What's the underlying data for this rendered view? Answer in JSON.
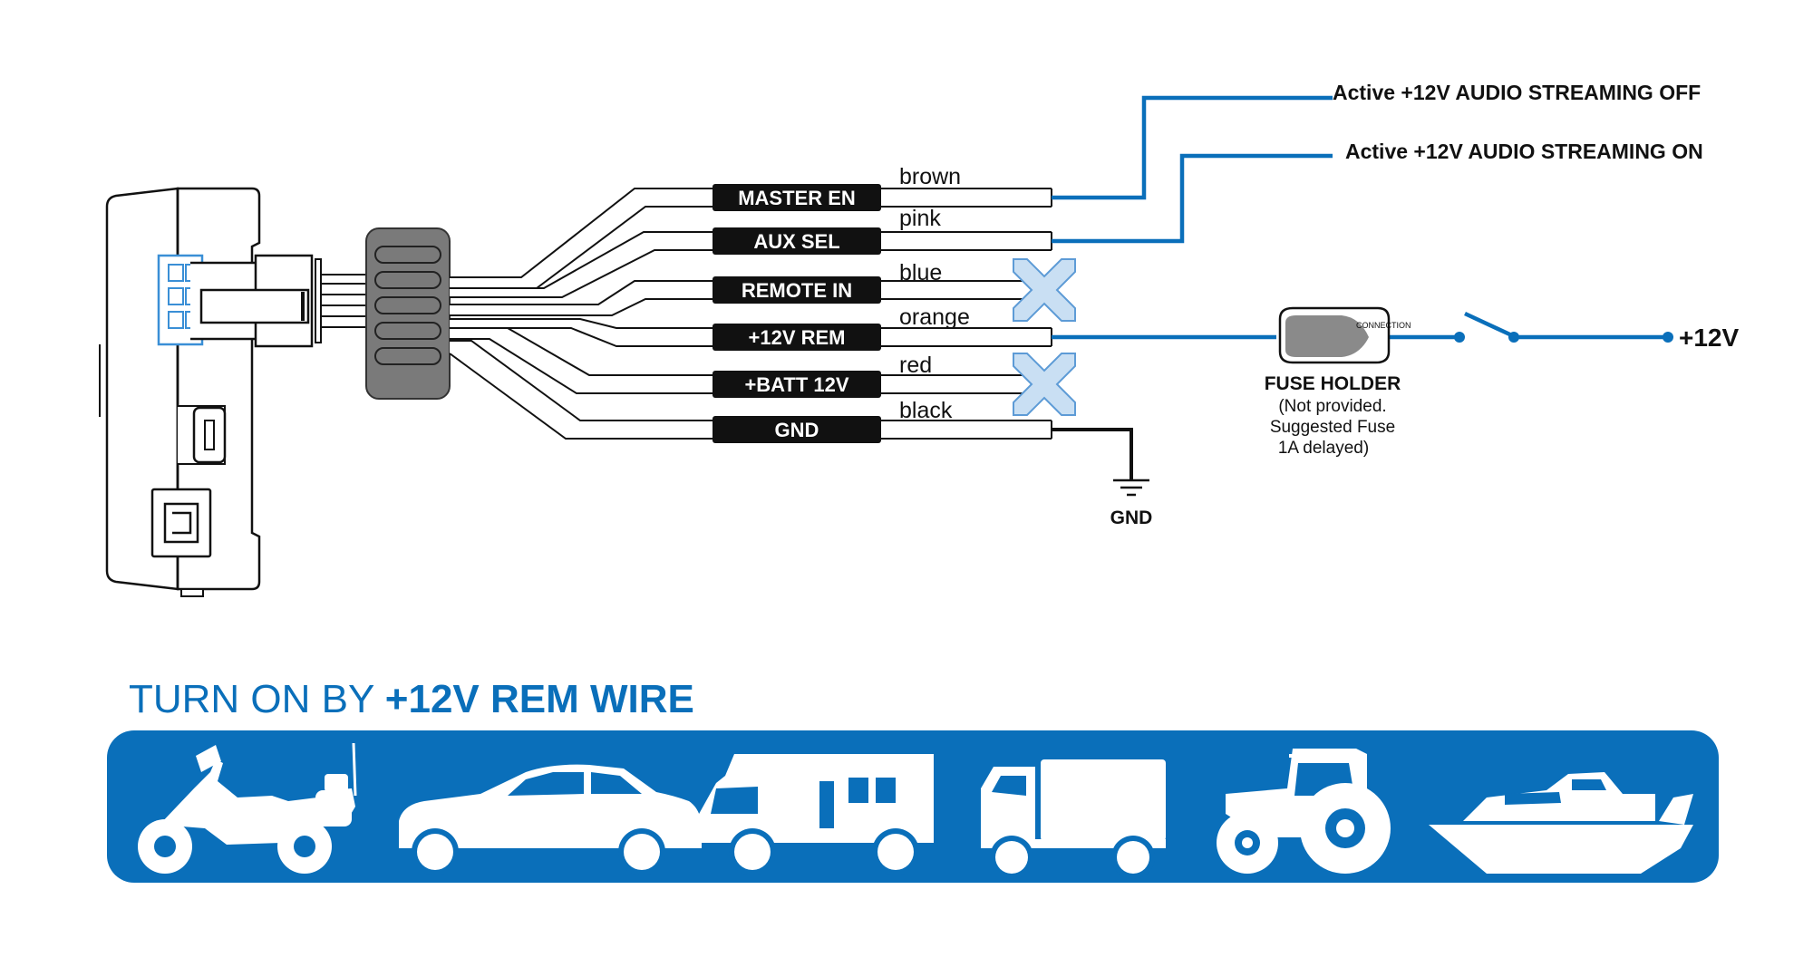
{
  "wires": [
    {
      "label": "MASTER EN",
      "color_name": "brown"
    },
    {
      "label": "AUX SEL",
      "color_name": "pink"
    },
    {
      "label": "REMOTE IN",
      "color_name": "blue"
    },
    {
      "label": "+12V REM",
      "color_name": "orange"
    },
    {
      "label": "+BATT 12V",
      "color_name": "red"
    },
    {
      "label": "GND",
      "color_name": "black"
    }
  ],
  "outputs": {
    "streaming_off": "Active +12V AUDIO STREAMING OFF",
    "streaming_on": "Active +12V AUDIO STREAMING ON"
  },
  "fuse": {
    "title": "FUSE HOLDER",
    "note_line1": "(Not provided.",
    "note_line2": "Suggested Fuse",
    "note_line3": "1A delayed)",
    "brand": "CONNECTION"
  },
  "supply_label": "+12V",
  "ground_label": "GND",
  "banner": {
    "prefix": "TURN ON BY ",
    "emphasis": "+12V REM WIRE",
    "vehicles": [
      "motorcycle-icon",
      "car-icon",
      "camper-icon",
      "truck-icon",
      "tractor-icon",
      "boat-icon"
    ]
  },
  "colors": {
    "accent_blue": "#0a6fba",
    "banner_blue": "#0a6fba",
    "label_black": "#111111",
    "cross_fill": "#c9dff3",
    "connector_gray": "#7a7a7a"
  }
}
